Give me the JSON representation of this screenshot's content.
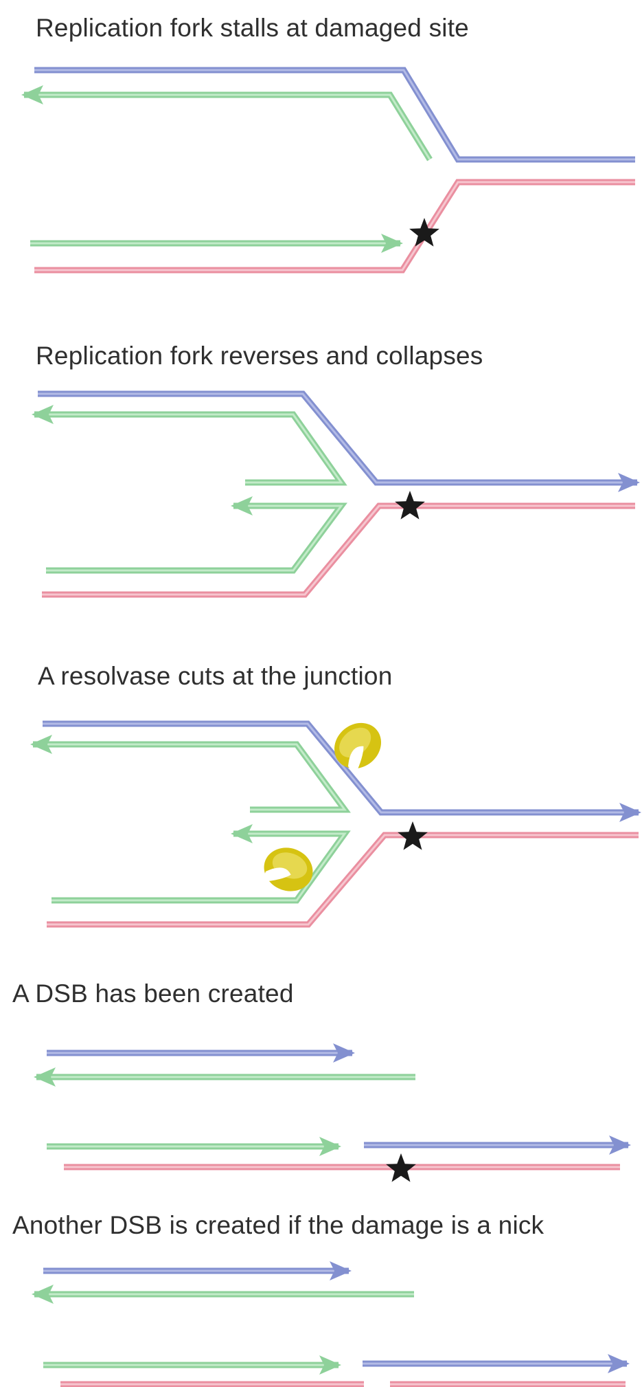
{
  "colors": {
    "template_strand": "#8390d0",
    "template_strand_light": "#b3bbe6",
    "lagging_strand": "#8ed19a",
    "lagging_strand_light": "#c3ebc9",
    "parental_strand": "#ea8fa0",
    "parental_strand_light": "#f6c6cf",
    "damage_mark": "#1a1a1a",
    "resolvase": "#d6c312",
    "text": "#2f2f2f"
  },
  "icons": {
    "damage": "star-icon",
    "resolvase": "resolvase-enzyme-icon"
  },
  "steps": [
    {
      "title": "Replication fork stalls at damaged site"
    },
    {
      "title": "Replication fork reverses and collapses"
    },
    {
      "title": "A resolvase cuts at the junction"
    },
    {
      "title": "A DSB has been created"
    },
    {
      "title": "Another DSB is created if the damage is a nick"
    }
  ]
}
